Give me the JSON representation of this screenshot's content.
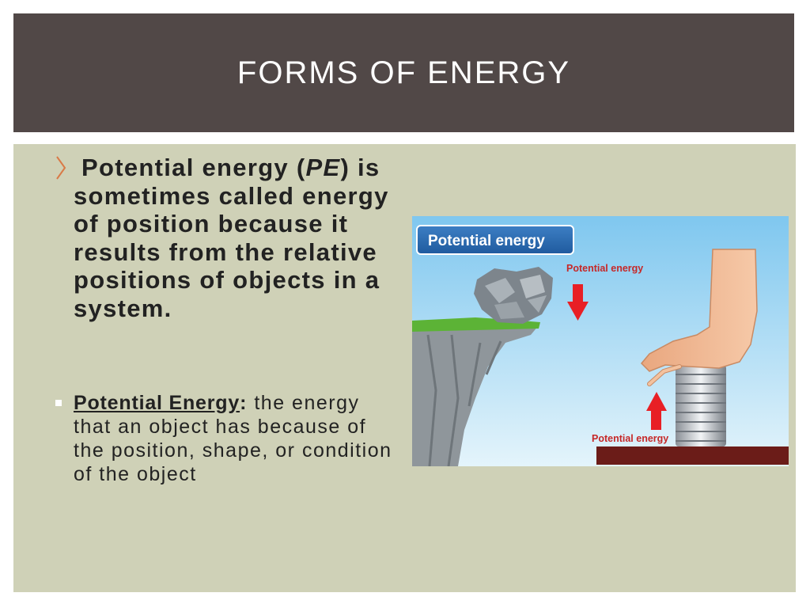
{
  "slide": {
    "title": "FORMS OF ENERGY",
    "bullet1": {
      "prefix": "Potential energy (",
      "italic": "PE",
      "suffix": ") is sometimes called energy of position because it results from the relative positions of objects in a system."
    },
    "bullet2": {
      "term": "Potential Energy",
      "colon": ":",
      "definition": " the energy that an object has because of the position, shape, or condition of the object"
    }
  },
  "figure": {
    "header_label": "Potential energy",
    "arrow_down_label": "Potential energy",
    "arrow_up_label": "Potential energy",
    "colors": {
      "sky_top": "#7fc7ef",
      "sky_bottom": "#dff2fb",
      "arrow": "#e81f25",
      "label_text": "#c62828",
      "header_fill": "#2a6bb2",
      "ground": "#6b1c18",
      "grass": "#5cb336"
    }
  }
}
